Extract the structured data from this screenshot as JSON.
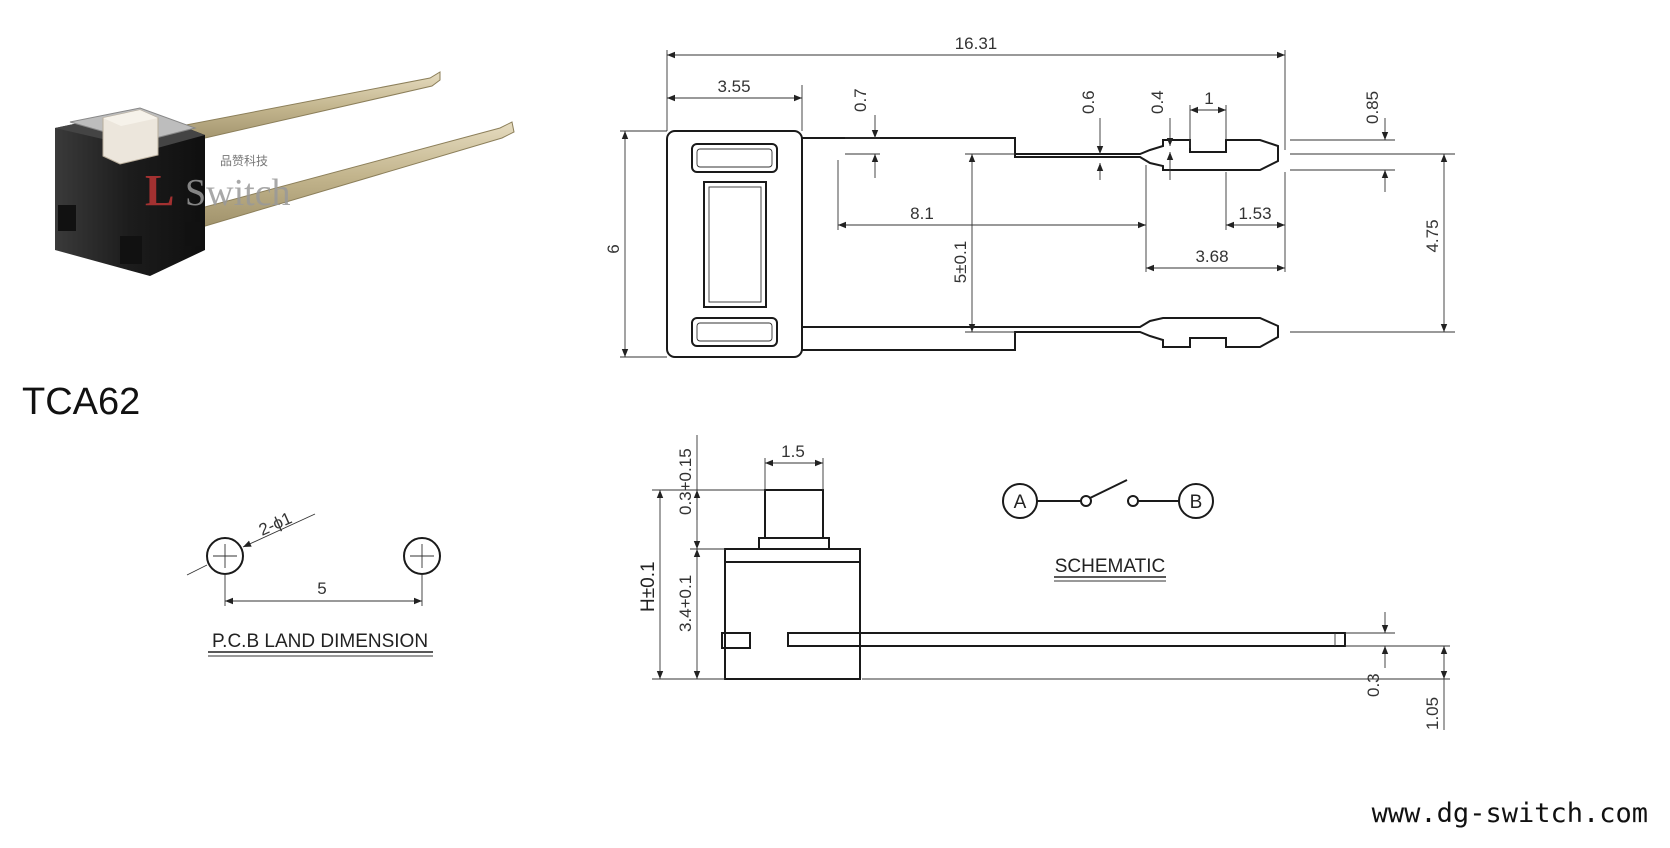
{
  "product": {
    "model": "TCA62",
    "brand_cn": "品赞科技",
    "brand": "Switch",
    "brand_initial": "L"
  },
  "top_view": {
    "overall_length": "16.31",
    "body_length": "3.55",
    "lead_width": "0.7",
    "notch_a": "0.6",
    "notch_b": "0.4",
    "notch_len": "1",
    "tip_width": "0.85",
    "to_step": "8.1",
    "tip_len": "1.53",
    "step_to_tip": "3.68",
    "pitch": "5±0.1",
    "body_width": "6",
    "lead_span": "4.75"
  },
  "side_view": {
    "actuator_width": "1.5",
    "actuator_height": "0.3+0.15",
    "body_height": "3.4+0.1",
    "total_height": "H±0.1",
    "lead_thickness": "0.3",
    "lead_height": "1.05"
  },
  "pcb_land": {
    "hole_spec": "2-ϕ1",
    "pitch": "5",
    "title": "P.C.B LAND DIMENSION"
  },
  "schematic": {
    "terminal_a": "A",
    "terminal_b": "B",
    "title": "SCHEMATIC"
  },
  "footer": {
    "website": "www.dg-switch.com"
  },
  "colors": {
    "ink": "#222222",
    "body_black": "#1c1c1c",
    "actuator": "#ece6dc",
    "metal_lead": "#c8bc97"
  }
}
